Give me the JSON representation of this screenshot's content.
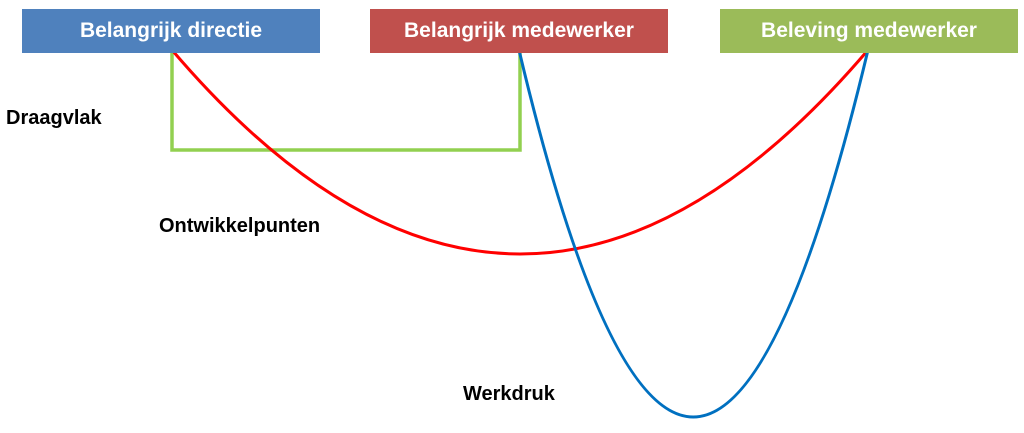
{
  "boxes": {
    "directie": {
      "label": "Belangrijk directie",
      "color": "#4f81bd"
    },
    "medewerker": {
      "label": "Belangrijk medewerker",
      "color": "#c0504d"
    },
    "beleving": {
      "label": "Beleving medewerker",
      "color": "#9bbb59"
    }
  },
  "labels": {
    "draagvlak": "Draagvlak",
    "ontwikkelpunten": "Ontwikkelpunten",
    "werkdruk": "Werkdruk"
  },
  "lines": {
    "draagvlak_color": "#92d050",
    "ontwikkelpunten_color": "#ff0000",
    "werkdruk_color": "#0070c0"
  }
}
